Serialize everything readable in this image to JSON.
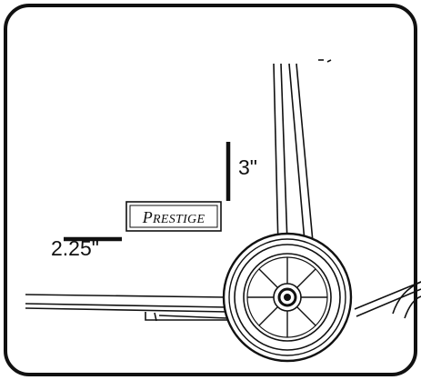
{
  "diagram": {
    "dimensions": [
      {
        "id": "height",
        "label": "3\""
      },
      {
        "id": "width",
        "label": "2.25\""
      }
    ],
    "logo": {
      "text": "Prestige"
    },
    "colors": {
      "line": "#111111",
      "frame": "#111111",
      "background": "#ffffff"
    }
  }
}
